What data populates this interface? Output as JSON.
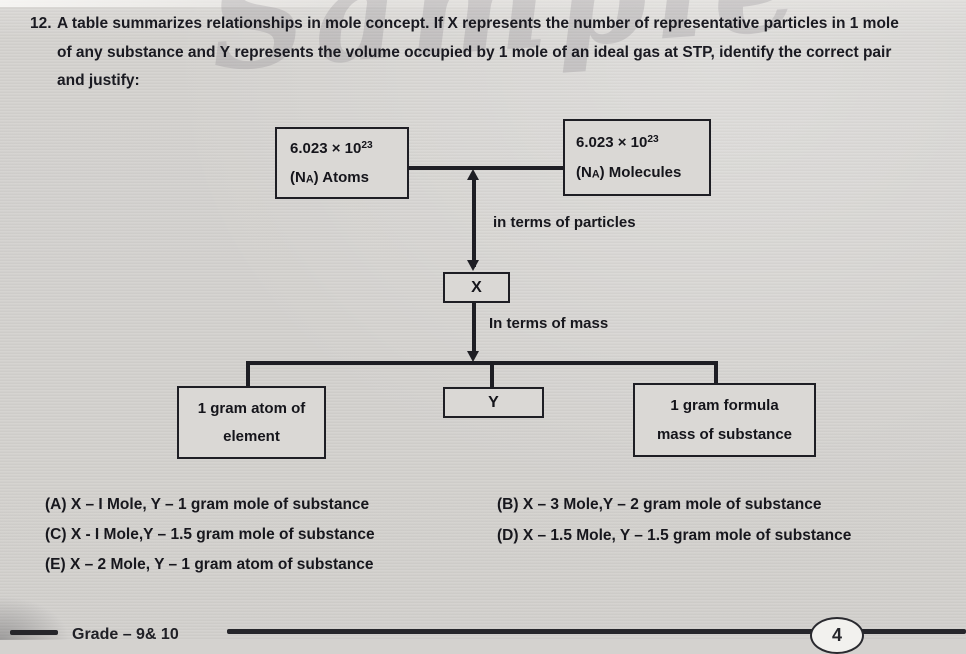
{
  "watermark": "Sample",
  "question": {
    "number": "12.",
    "seg1": "A table summarizes relationships in mole concept. If ",
    "x_bold": "X",
    "seg2": " represents the number of representative particles in 1 mole of any substance and ",
    "y_bold": "Y",
    "seg3": " represents the volume occupied by 1 mole of an ideal gas at STP, identify the correct pair and justify:"
  },
  "diagram": {
    "atoms_box": {
      "value_base": "6.023 × 10",
      "value_exp": "23",
      "label_pre": "(N",
      "label_sub": "A",
      "label_post": ") Atoms"
    },
    "molecules_box": {
      "value_base": "6.023 × 10",
      "value_exp": "23",
      "label_pre": "(N",
      "label_sub": "A",
      "label_post": ") Molecules"
    },
    "particles_label": "in terms of particles",
    "mass_label": "In terms of mass",
    "x_box": "X",
    "y_box": "Y",
    "left_box_line1": "1 gram atom of",
    "left_box_line2": "element",
    "right_box_line1": "1 gram formula",
    "right_box_line2": "mass of substance"
  },
  "options": [
    {
      "text": "(A) X – I Mole, Y – 1 gram mole of substance"
    },
    {
      "text": "(B) X – 3 Mole,Y – 2 gram mole of substance"
    },
    {
      "text": "(C) X - I Mole,Y – 1.5 gram mole of substance"
    },
    {
      "text": "(D) X – 1.5 Mole, Y – 1.5 gram mole of substance"
    },
    {
      "text": "(E) X – 2 Mole, Y – 1 gram atom of substance"
    }
  ],
  "footer": {
    "grade": "Grade – 9& 10",
    "page_badge": "4"
  },
  "colors": {
    "paper": "#d4d2cf",
    "ink": "#17171d",
    "line": "#1e1e24"
  }
}
